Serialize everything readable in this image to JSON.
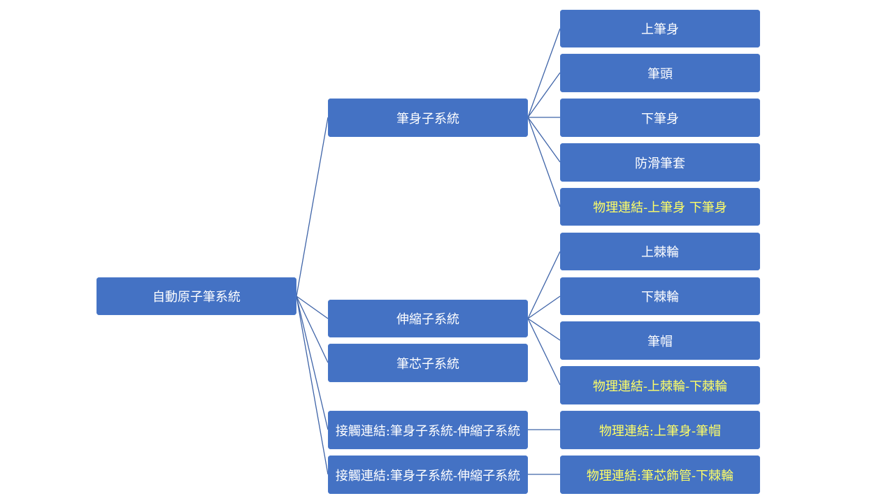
{
  "colors": {
    "node_fill": "#4472c4",
    "connector": "#3f64a8",
    "text_primary": "#ffffff",
    "text_link": "#ffff66"
  },
  "root": {
    "label": "自動原子筆系統"
  },
  "subsystems": {
    "body": {
      "label": "筆身子系統",
      "children": [
        "上筆身",
        "筆頭",
        "下筆身",
        "防滑筆套",
        "物理連結-上筆身 下筆身"
      ]
    },
    "retraction": {
      "label": "伸縮子系統",
      "children": [
        "上棘輪",
        "下棘輪",
        "筆帽",
        "物理連結-上棘輪-下棘輪"
      ]
    },
    "refill": {
      "label": "筆芯子系統"
    },
    "contact_1": {
      "label": "接觸連結:筆身子系統-伸縮子系統",
      "children": [
        "物理連結:上筆身-筆帽"
      ]
    },
    "contact_2": {
      "label": "接觸連結:筆身子系統-伸縮子系統",
      "children": [
        "物理連結:筆芯飾管-下棘輪"
      ]
    }
  }
}
